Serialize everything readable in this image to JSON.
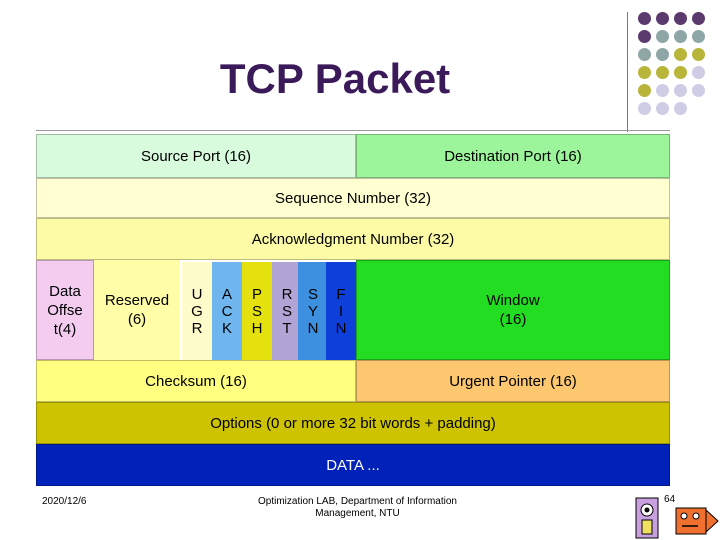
{
  "title": "TCP Packet",
  "fields": {
    "source_port": "Source Port (16)",
    "destination_port": "Destination Port (16)",
    "sequence_number": "Sequence Number (32)",
    "acknowledgment_number": "Acknowledgment Number (32)",
    "data_offset": [
      "Data",
      "Offse",
      "t(4)"
    ],
    "reserved": [
      "Reserved",
      "(6)"
    ],
    "window": [
      "Window",
      "(16)"
    ],
    "checksum": "Checksum (16)",
    "urgent_pointer": "Urgent Pointer (16)",
    "options": "Options (0 or more 32 bit words + padding)",
    "data": "DATA ..."
  },
  "flags": [
    {
      "letters": [
        "U",
        "G",
        "R"
      ],
      "color": "#fffccc"
    },
    {
      "letters": [
        "A",
        "C",
        "K"
      ],
      "color": "#6fb6ee"
    },
    {
      "letters": [
        "P",
        "S",
        "H"
      ],
      "color": "#e4e10e"
    },
    {
      "letters": [
        "R",
        "S",
        "T"
      ],
      "color": "#b3a4d6"
    },
    {
      "letters": [
        "S",
        "Y",
        "N"
      ],
      "color": "#3d8fe0"
    },
    {
      "letters": [
        "F",
        "I",
        "N"
      ],
      "color": "#0e3fd9"
    }
  ],
  "footer": {
    "date": "2020/12/6",
    "org": "Optimization LAB, Department of Information Management, NTU",
    "page": "64"
  },
  "colors": {
    "title": "#3b1a5a",
    "source_port": "#d8fbde",
    "destination_port": "#9cf59a",
    "sequence_number": "#ffffd2",
    "acknowledgment_number": "#fdfba6",
    "data_offset": "#f4ccf0",
    "reserved": "#fffda6",
    "window": "#22dd22",
    "checksum": "#ffff80",
    "urgent_pointer": "#fcc76e",
    "options": "#cdc300",
    "data": "#0022b8",
    "dot_purple": "#5b3a6e",
    "dot_teal": "#8fa6a6",
    "dot_olive": "#b9b53a",
    "dot_lavender": "#cfcde6"
  }
}
